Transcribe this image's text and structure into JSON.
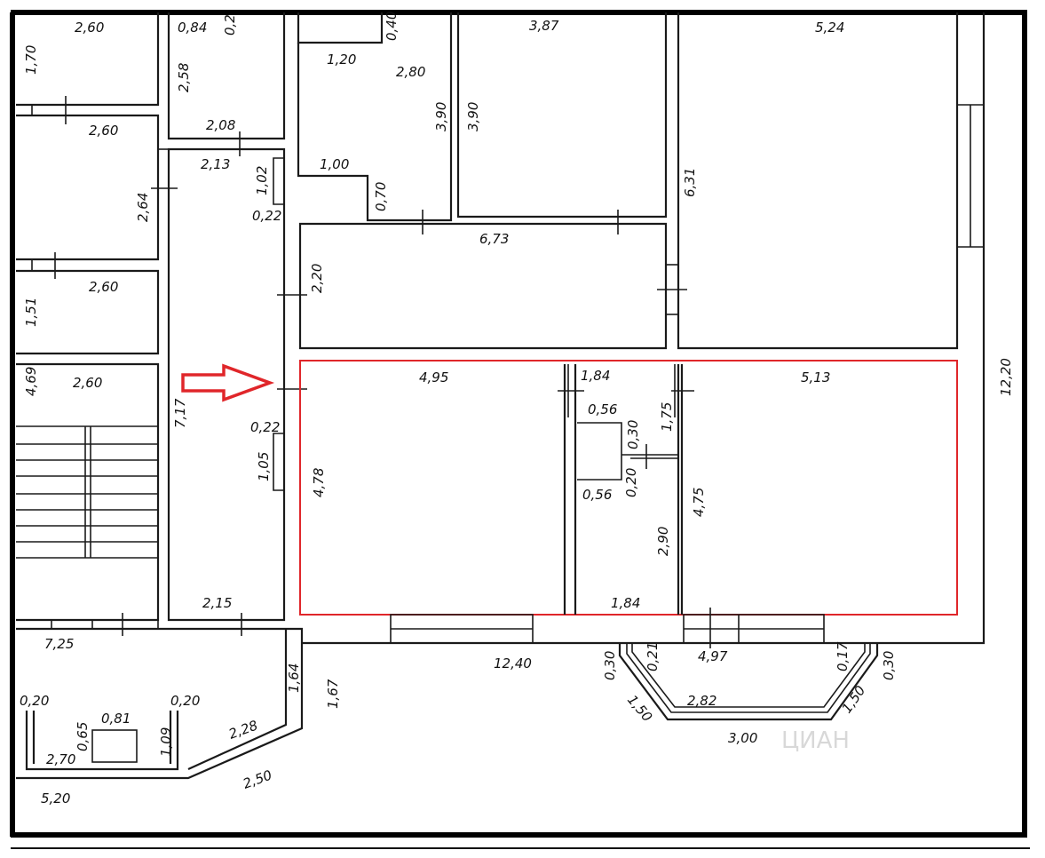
{
  "plan": {
    "dimensions": [
      {
        "id": "d260a",
        "text": "2,60"
      },
      {
        "id": "d084",
        "text": "0,84"
      },
      {
        "id": "d02",
        "text": "0,2"
      },
      {
        "id": "d040",
        "text": "0,40"
      },
      {
        "id": "d387",
        "text": "3,87"
      },
      {
        "id": "d524",
        "text": "5,24"
      },
      {
        "id": "d170",
        "text": "1,70"
      },
      {
        "id": "d258",
        "text": "2,58"
      },
      {
        "id": "d120",
        "text": "1,20"
      },
      {
        "id": "d280",
        "text": "2,80"
      },
      {
        "id": "d390a",
        "text": "3,90"
      },
      {
        "id": "d390b",
        "text": "3,90"
      },
      {
        "id": "d260b",
        "text": "2,60"
      },
      {
        "id": "d208",
        "text": "2,08"
      },
      {
        "id": "d213",
        "text": "2,13"
      },
      {
        "id": "d102",
        "text": "1,02"
      },
      {
        "id": "d100",
        "text": "1,00"
      },
      {
        "id": "d070",
        "text": "0,70"
      },
      {
        "id": "d631",
        "text": "6,31"
      },
      {
        "id": "d264",
        "text": "2,64"
      },
      {
        "id": "d022a",
        "text": "0,22"
      },
      {
        "id": "d673",
        "text": "6,73"
      },
      {
        "id": "d260c",
        "text": "2,60"
      },
      {
        "id": "d220",
        "text": "2,20"
      },
      {
        "id": "d151",
        "text": "1,51"
      },
      {
        "id": "d1220",
        "text": "12,20"
      },
      {
        "id": "d495",
        "text": "4,95"
      },
      {
        "id": "d184a",
        "text": "1,84"
      },
      {
        "id": "d513",
        "text": "5,13"
      },
      {
        "id": "d469",
        "text": "4,69"
      },
      {
        "id": "d260d",
        "text": "2,60"
      },
      {
        "id": "d717",
        "text": "7,17"
      },
      {
        "id": "d056a",
        "text": "0,56"
      },
      {
        "id": "d175",
        "text": "1,75"
      },
      {
        "id": "d030a",
        "text": "0,30"
      },
      {
        "id": "d022b",
        "text": "0,22"
      },
      {
        "id": "d105",
        "text": "1,05"
      },
      {
        "id": "d478",
        "text": "4,78"
      },
      {
        "id": "d020a",
        "text": "0,20"
      },
      {
        "id": "d056b",
        "text": "0,56"
      },
      {
        "id": "d475",
        "text": "4,75"
      },
      {
        "id": "d290",
        "text": "2,90"
      },
      {
        "id": "d215",
        "text": "2,15"
      },
      {
        "id": "d184b",
        "text": "1,84"
      },
      {
        "id": "d725",
        "text": "7,25"
      },
      {
        "id": "d1240",
        "text": "12,40"
      },
      {
        "id": "d030b",
        "text": "0,30"
      },
      {
        "id": "d021",
        "text": "0,21"
      },
      {
        "id": "d497",
        "text": "4,97"
      },
      {
        "id": "d017",
        "text": "0,17"
      },
      {
        "id": "d030c",
        "text": "0,30"
      },
      {
        "id": "d164",
        "text": "1,64"
      },
      {
        "id": "d167",
        "text": "1,67"
      },
      {
        "id": "d282",
        "text": "2,82"
      },
      {
        "id": "d150a",
        "text": "1,50"
      },
      {
        "id": "d150b",
        "text": "1,50"
      },
      {
        "id": "d020b",
        "text": "0,20"
      },
      {
        "id": "d081",
        "text": "0,81"
      },
      {
        "id": "d020c",
        "text": "0,20"
      },
      {
        "id": "d228",
        "text": "2,28"
      },
      {
        "id": "d065",
        "text": "0,65"
      },
      {
        "id": "d109",
        "text": "1,09"
      },
      {
        "id": "d270",
        "text": "2,70"
      },
      {
        "id": "d300",
        "text": "3,00"
      },
      {
        "id": "d250",
        "text": "2,50"
      },
      {
        "id": "d520",
        "text": "5,20"
      }
    ],
    "watermark": "ЦИАН",
    "highlight_color": "#e0262a",
    "arrow_color": "#e0262a",
    "wall_color": "#1a1a1a"
  }
}
